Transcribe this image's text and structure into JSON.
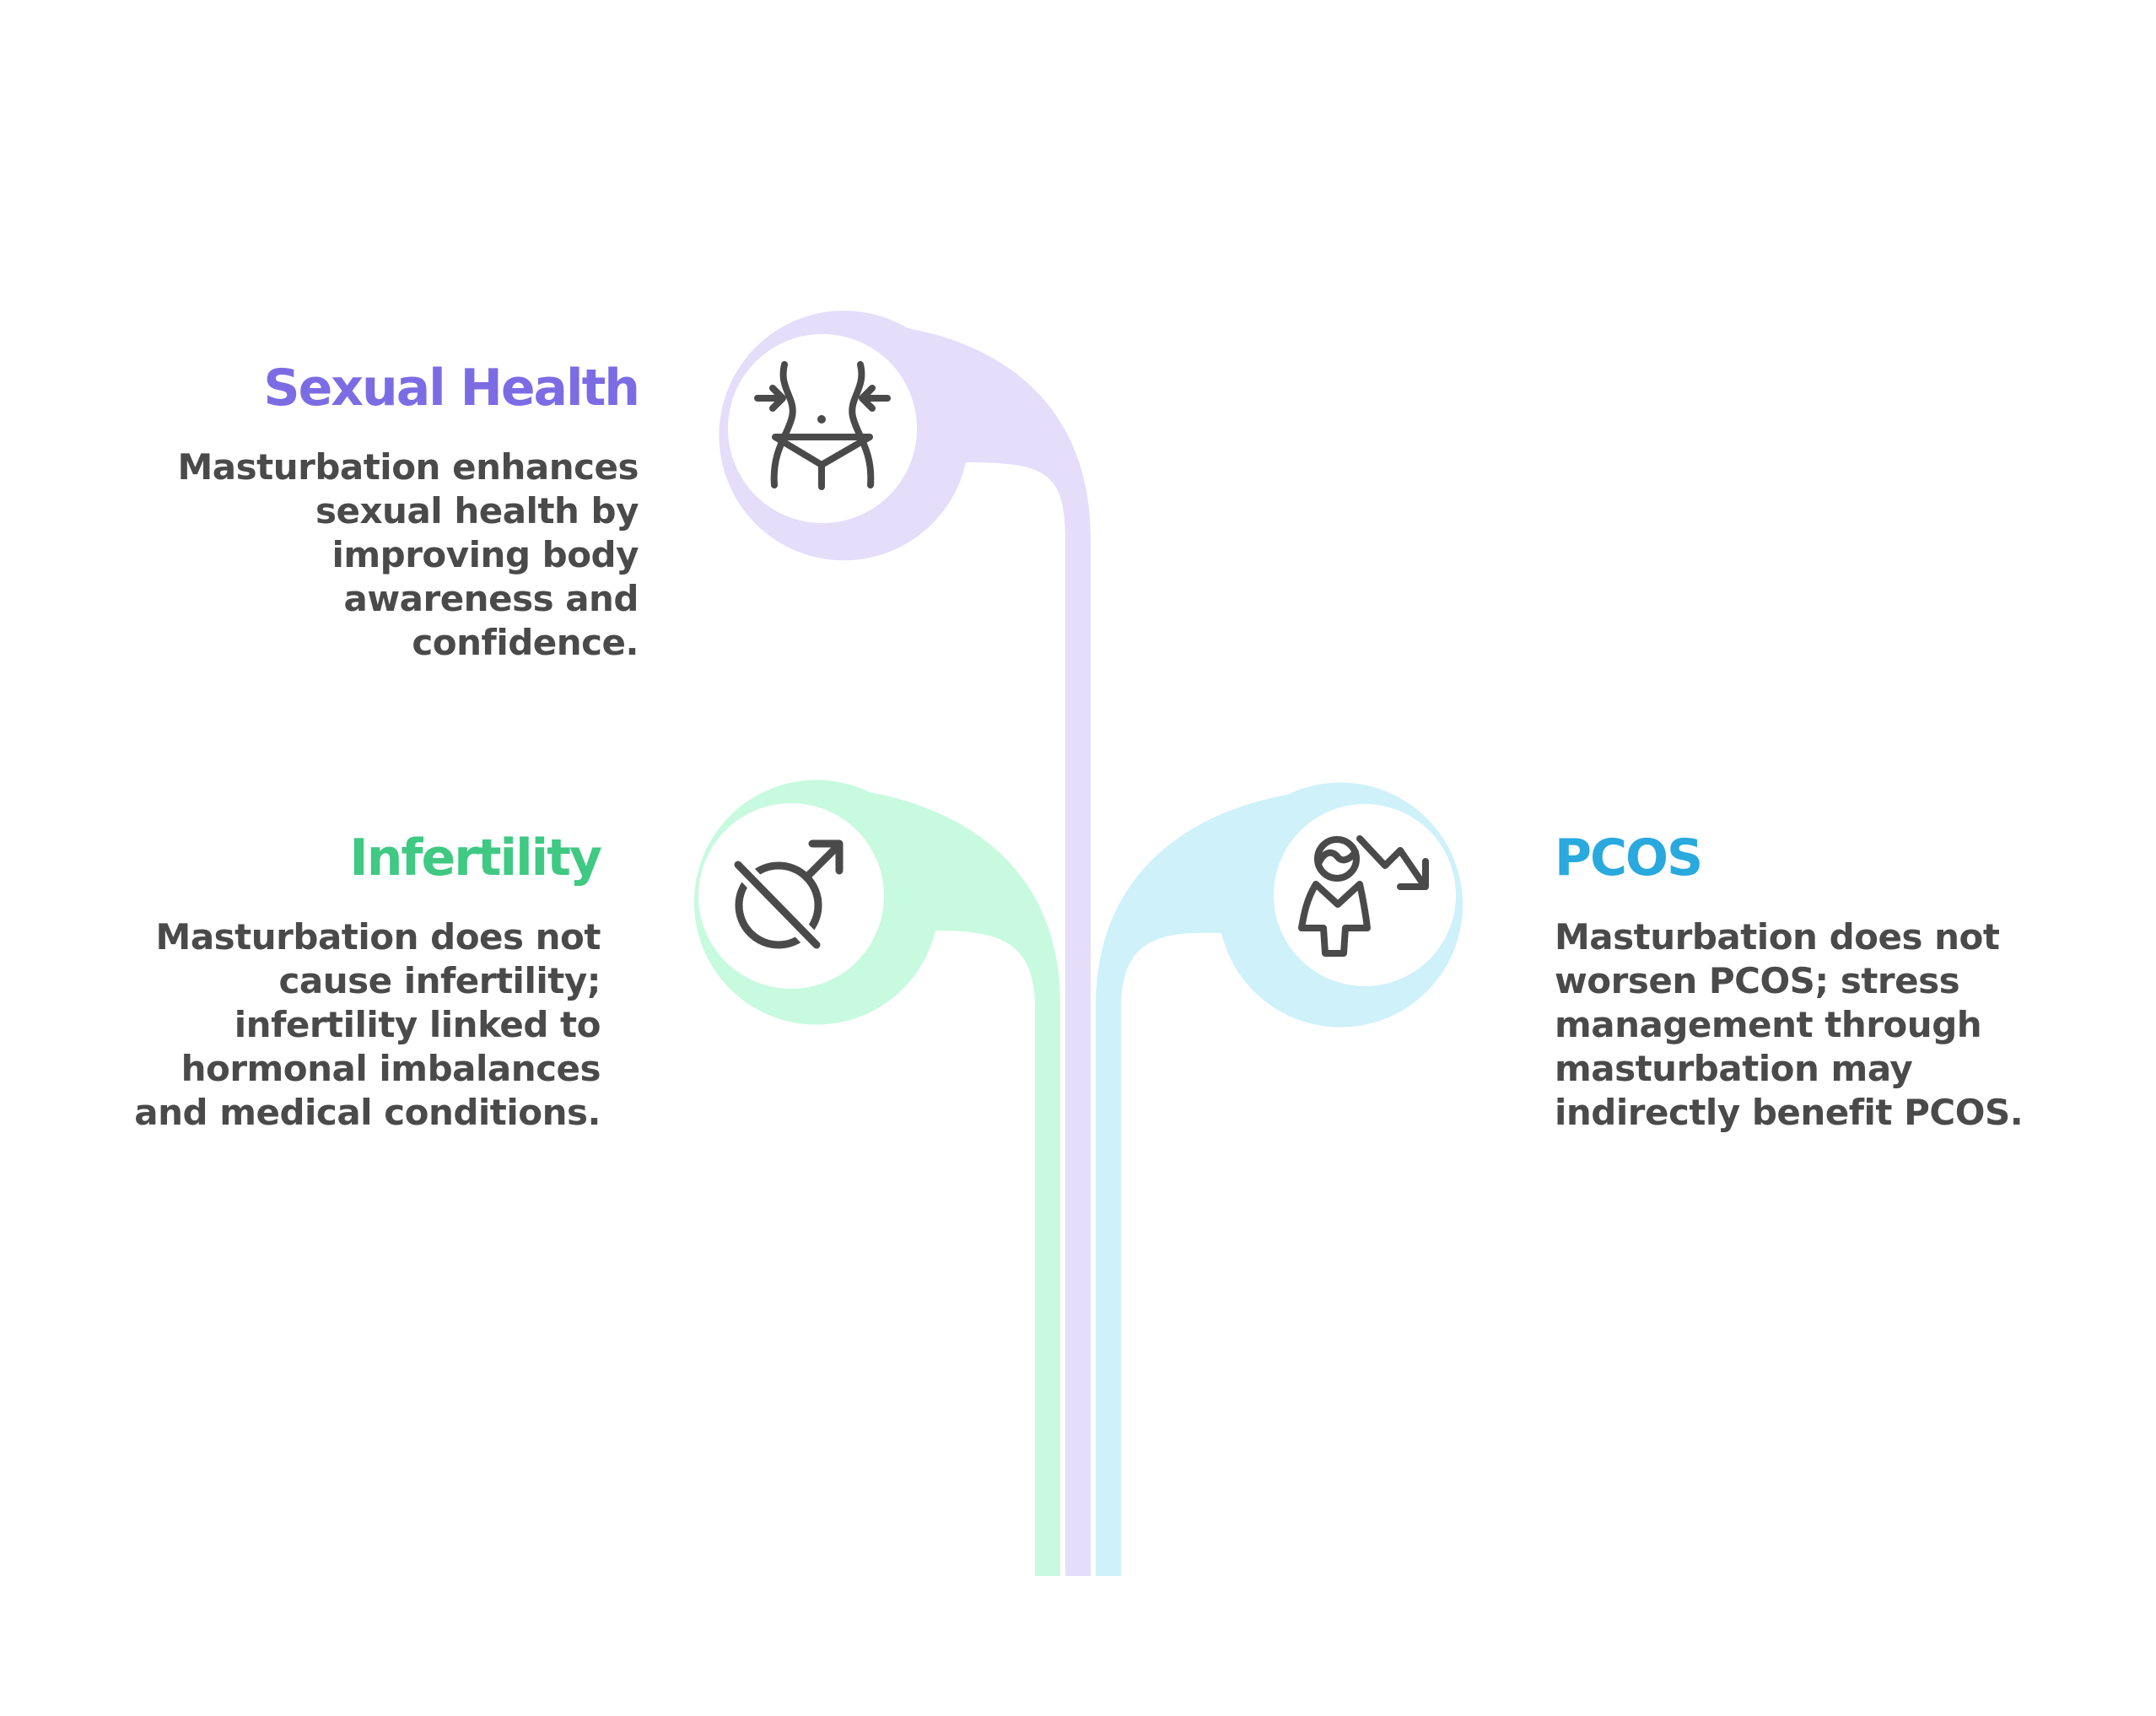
{
  "page": {
    "background_color": "#ffffff",
    "body_text_color": "#4a4a4a",
    "icon_stroke_color": "#4a4a4a"
  },
  "sections": [
    {
      "id": "sexual-health",
      "title": "Sexual Health",
      "title_color": "#7c6ce4",
      "bubble_color": "#e4defa",
      "icon": "waist-measurement-icon",
      "body": "Masturbation enhances\nsexual health by\nimproving body\nawareness and\nconfidence."
    },
    {
      "id": "infertility",
      "title": "Infertility",
      "title_color": "#3fc983",
      "bubble_color": "#c7fadf",
      "icon": "male-symbol-crossed-icon",
      "body": "Masturbation does not\ncause infertility;\ninfertility linked to\nhormonal imbalances\nand medical conditions."
    },
    {
      "id": "pcos",
      "title": "PCOS",
      "title_color": "#29a9de",
      "bubble_color": "#cef1fa",
      "icon": "woman-declining-arrow-icon",
      "body": "Masturbation does not\nworsen PCOS; stress\nmanagement through\nmasturbation may\nindirectly benefit PCOS."
    }
  ]
}
